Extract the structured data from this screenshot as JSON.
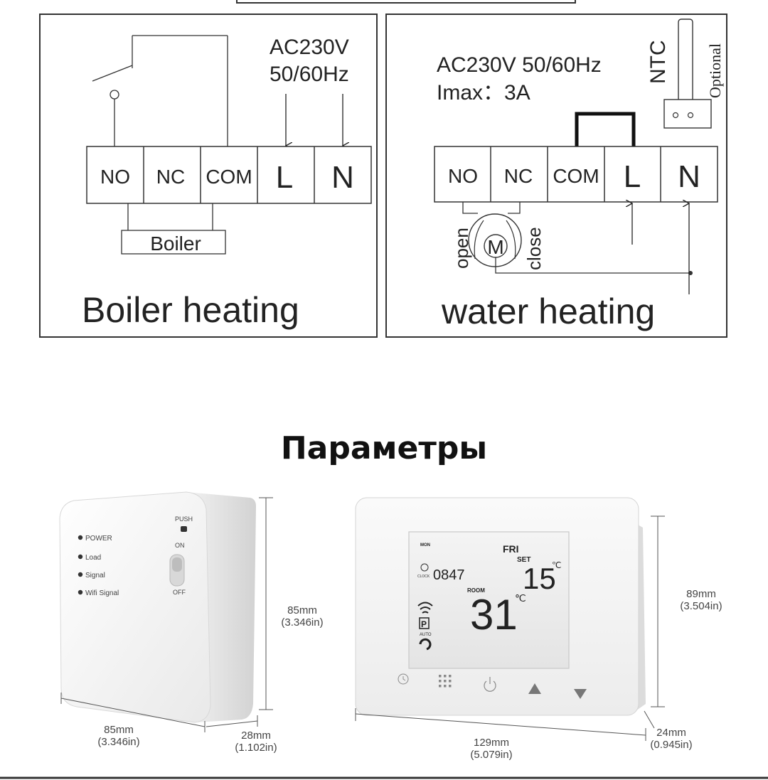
{
  "boiler_panel": {
    "supply_line1": "AC230V",
    "supply_line2": "50/60Hz",
    "terminals": [
      "NO",
      "NC",
      "COM",
      "L",
      "N"
    ],
    "load_label": "Boiler",
    "caption": "Boiler heating"
  },
  "water_panel": {
    "supply_line1": "AC230V 50/60Hz",
    "supply_line2": "Imax：3A",
    "sensor_label": "NTC",
    "optional_label": "Optional",
    "terminals": [
      "NO",
      "NC",
      "COM",
      "L",
      "N"
    ],
    "motor_label": "M",
    "open_label": "open",
    "close_label": "close",
    "caption": "water heating"
  },
  "section_title": "Параметры",
  "receiver": {
    "indicators": [
      "POWER",
      "Load",
      "Signal",
      "Wifi Signal"
    ],
    "push_label": "PUSH",
    "on_label": "ON",
    "off_label": "OFF",
    "height_mm": "85mm",
    "height_in": "(3.346in)",
    "width_mm": "85mm",
    "width_in": "(3.346in)",
    "depth_mm": "28mm",
    "depth_in": "(1.102in)"
  },
  "thermostat": {
    "day_top": "MON",
    "day_main": "FRI",
    "set_label": "SET",
    "set_temp": "15",
    "unit": "℃",
    "clock_label": "CLOCK",
    "clock_time": "0847",
    "room_label": "ROOM",
    "room_temp": "31",
    "p_label": "P",
    "auto_label": "AUTO",
    "height_mm": "89mm",
    "height_in": "(3.504in)",
    "width_mm": "129mm",
    "width_in": "(5.079in)",
    "depth_mm": "24mm",
    "depth_in": "(0.945in)",
    "button_icons": [
      "clock-icon",
      "grid-icon",
      "power-icon",
      "up-arrow-icon",
      "down-arrow-icon"
    ]
  }
}
